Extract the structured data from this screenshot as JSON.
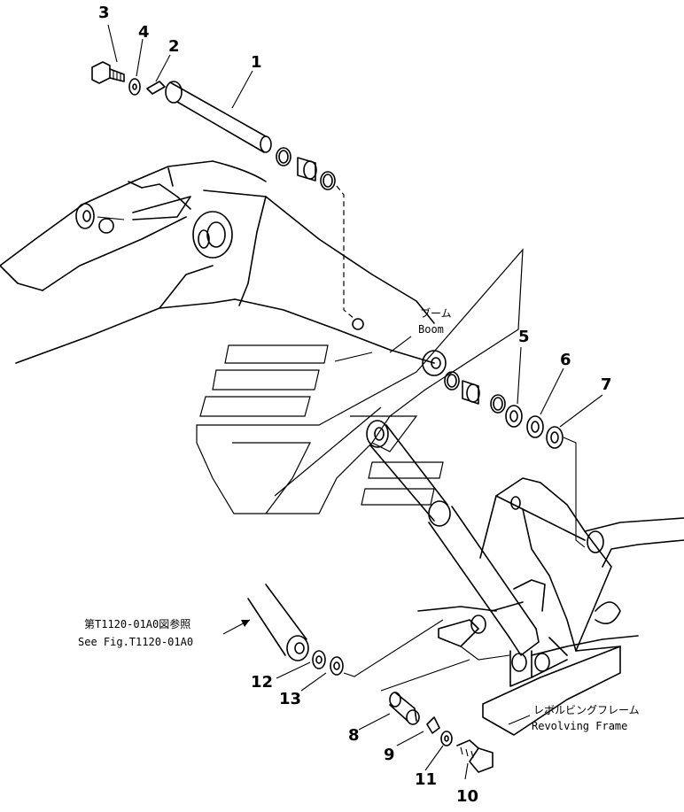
{
  "labels": {
    "boom_jp": "ブーム",
    "boom_en": "Boom",
    "ref_jp": "第T1120-01A0図参照",
    "ref_en": "See Fig.T1120-01A0",
    "frame_jp": "レボルビングフレーム",
    "frame_en": "Revolving Frame"
  },
  "callouts": [
    "1",
    "2",
    "3",
    "4",
    "5",
    "6",
    "7",
    "8",
    "9",
    "10",
    "11",
    "12",
    "13"
  ]
}
